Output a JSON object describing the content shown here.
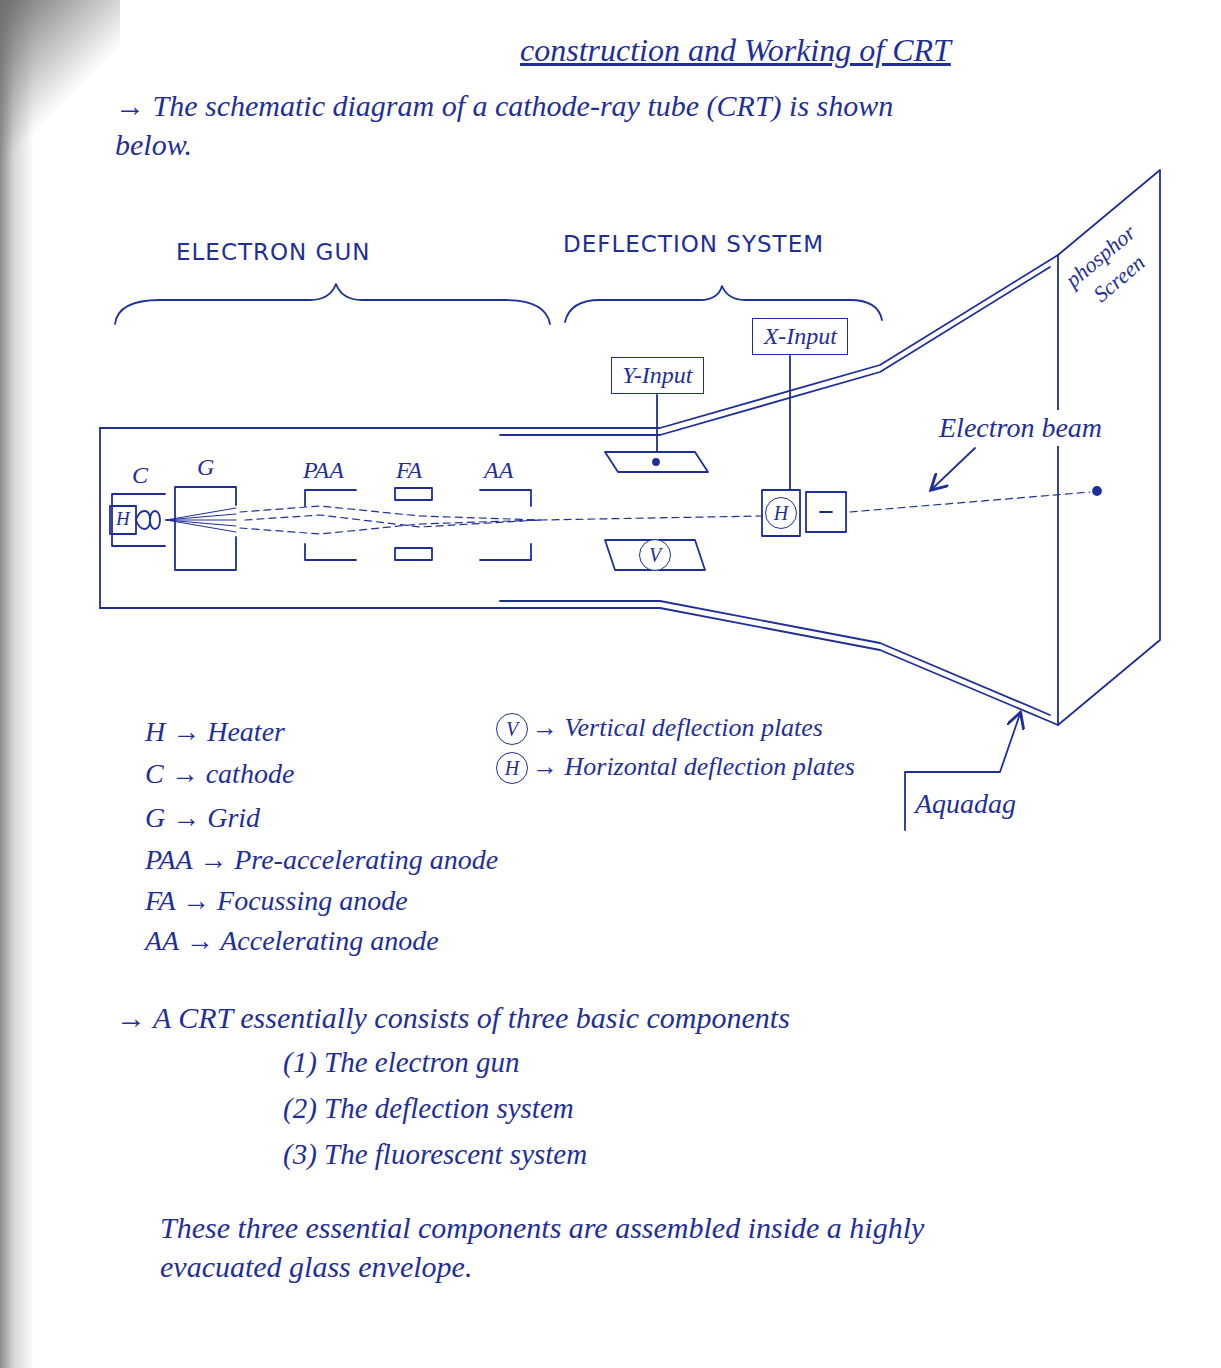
{
  "diagram": {
    "title": "construction and Working of CRT",
    "nodes": [
      {
        "text": [
          "Y-Input"
        ]
      },
      {
        "text": [
          "X-Input"
        ]
      },
      {
        "text": [
          "V"
        ]
      },
      {
        "text": [
          "H"
        ]
      },
      {
        "text": [
          "V"
        ]
      },
      {
        "text": [
          "H"
        ]
      }
    ],
    "labels": [
      "→ The schematic diagram of a cathode-ray tube (CRT) is shown below.",
      "ELECTRON GUN",
      "DEFLECTION SYSTEM",
      "phosphor Screen",
      "Electron beam",
      "C",
      "G",
      "PAA",
      "FA",
      "AA",
      "H",
      "→ Vertical deflection plates",
      "→ Horizontal deflection plates",
      "Aquadag",
      "H → Heater",
      "C → cathode",
      "G → Grid",
      "PAA → Pre-accelerating anode",
      "FA → Focussing anode",
      "AA → Accelerating anode",
      "→ A CRT essentially consists of three basic components",
      "(1) The electron gun",
      "(2) The deflection system",
      "(3) The fluorescent system",
      "These three essential components are assembled inside a highly evacuated glass envelope."
    ]
  }
}
